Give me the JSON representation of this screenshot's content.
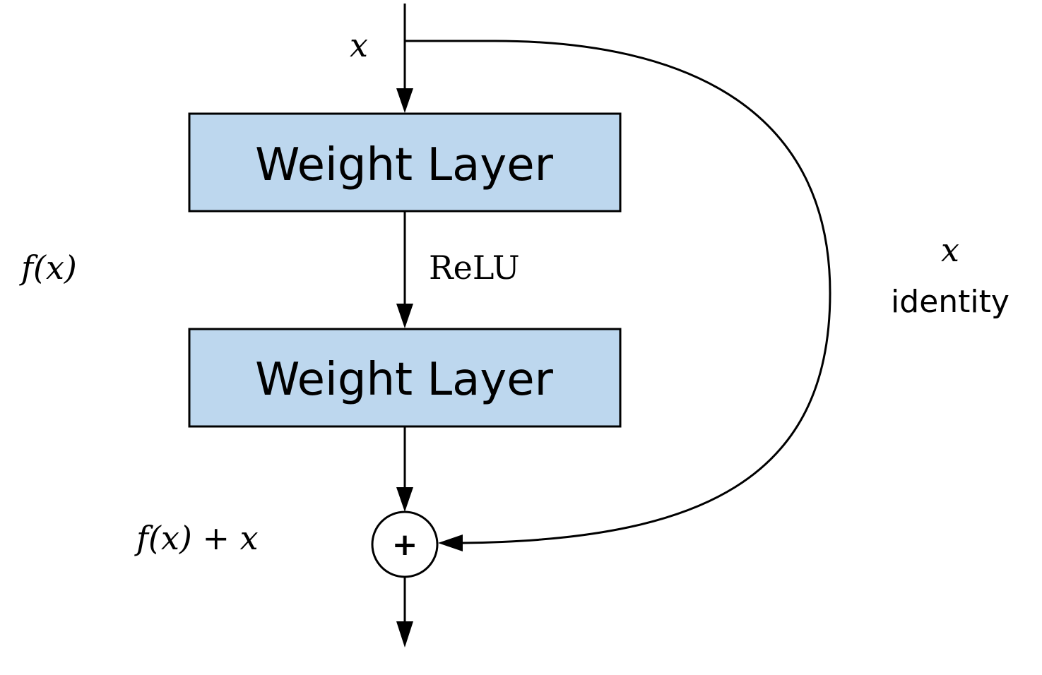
{
  "colors": {
    "layer_fill": "#bdd7ee",
    "stroke": "#000000",
    "background": "#ffffff"
  },
  "blocks": {
    "top_layer": "Weight Layer",
    "bottom_layer": "Weight Layer"
  },
  "labels": {
    "input": "x",
    "activation": "ReLU",
    "residual_function": "f(x)",
    "output_sum": "f(x) + x",
    "skip_variable": "x",
    "skip_name": "identity",
    "sum_operator": "+"
  }
}
